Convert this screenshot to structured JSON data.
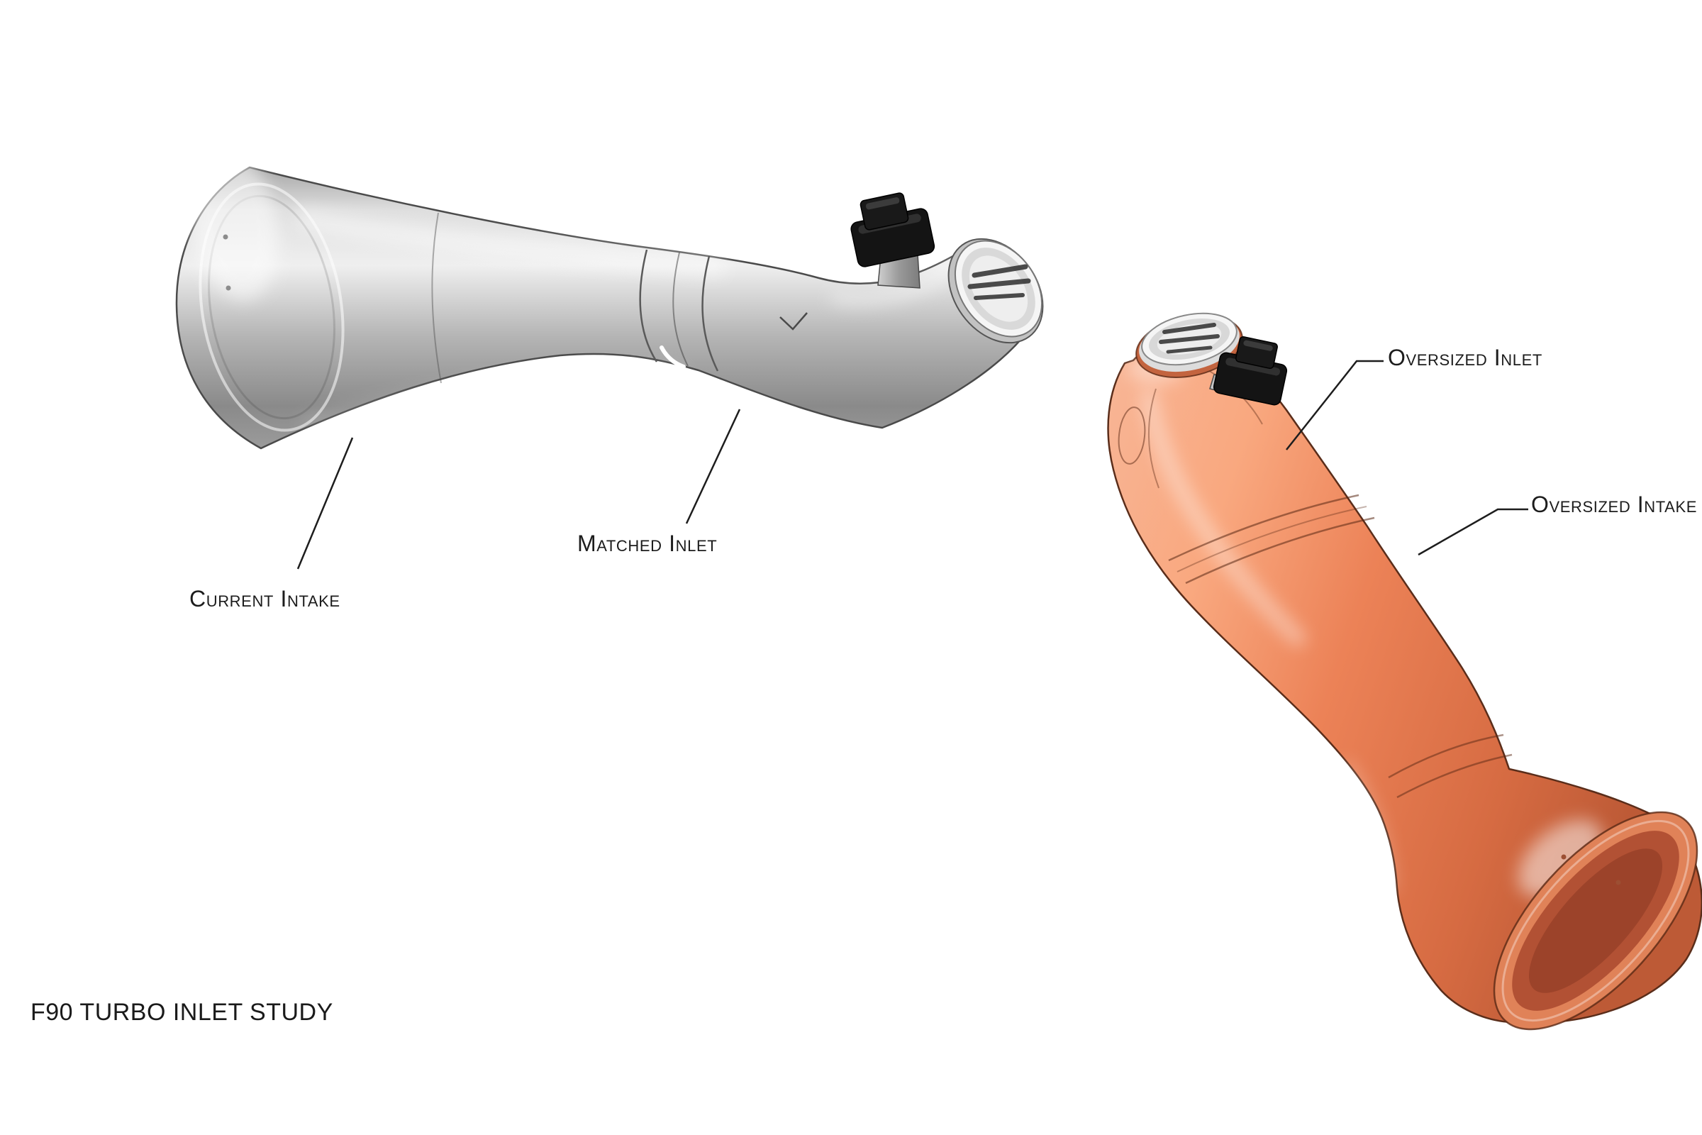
{
  "title": "F90 TURBO INLET STUDY",
  "callouts": {
    "current_intake": "Current Intake",
    "matched_inlet": "Matched Inlet",
    "oversized_inlet": "Oversized Inlet",
    "oversized_intake": "Oversized Intake"
  },
  "colors": {
    "current_intake_body": "#b5b5b5",
    "oversized_intake_body": "#e8835e",
    "leader_line": "#1d1d1d",
    "background": "#ffffff"
  }
}
